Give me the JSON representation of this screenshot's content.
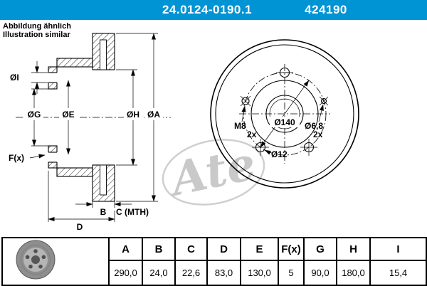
{
  "header": {
    "part_number": "24.0124-0190.1",
    "ref_number": "424190"
  },
  "note": {
    "line1": "Abbildung ähnlich",
    "line2": "Illustration similar"
  },
  "drawing": {
    "watermark": "Ate",
    "section_labels": {
      "dia_i": "ØI",
      "dia_g": "ØG",
      "dia_e": "ØE",
      "dia_h": "ØH",
      "dia_a": "ØA",
      "f_x": "F(x)",
      "b": "B",
      "c_mth": "C (MTH)",
      "d": "D"
    },
    "front_labels": {
      "m8": "M8",
      "m8_count": "2x",
      "bolt_circle": "Ø140",
      "small_hole": "Ø6,8",
      "small_hole_count": "2x",
      "lug_hole": "Ø12"
    }
  },
  "table": {
    "headers": [
      "A",
      "B",
      "C",
      "D",
      "E",
      "F(x)",
      "G",
      "H",
      "I"
    ],
    "values": [
      "290,0",
      "24,0",
      "22,6",
      "83,0",
      "130,0",
      "5",
      "90,0",
      "180,0",
      "15,4"
    ]
  },
  "colors": {
    "header_bg": "#0094d5",
    "line": "#000000",
    "watermark": "#c9c9c9"
  }
}
